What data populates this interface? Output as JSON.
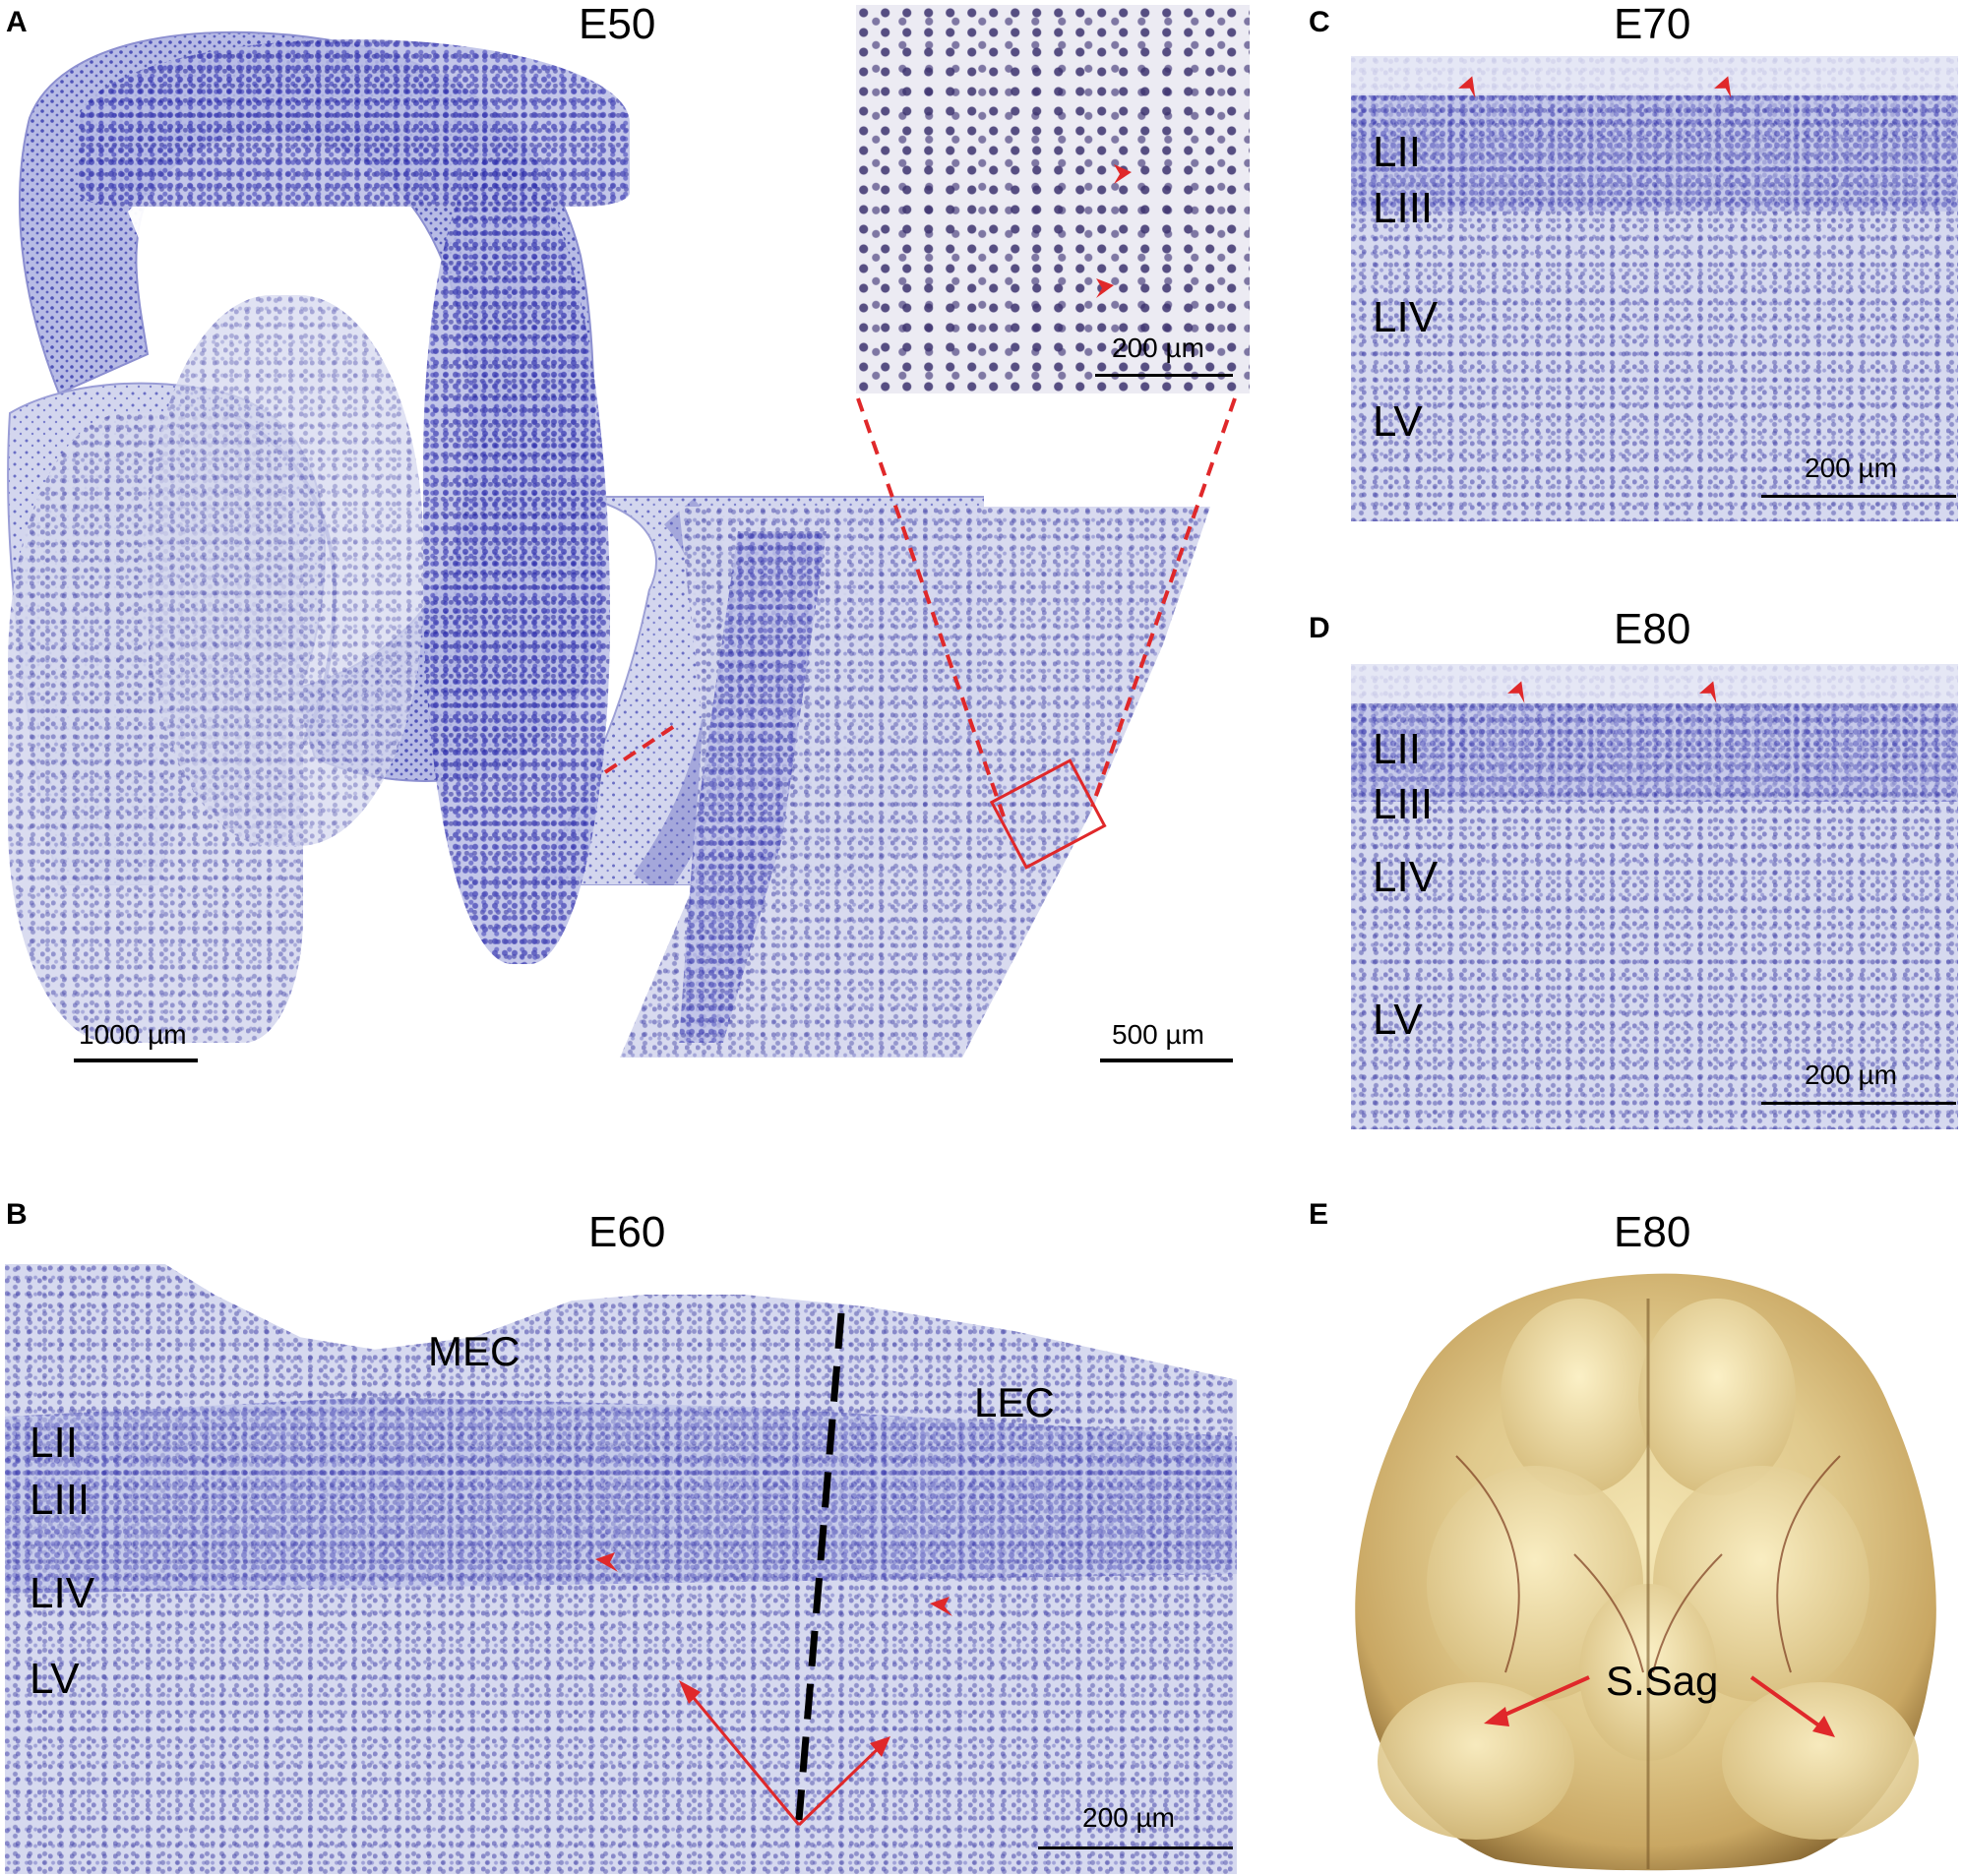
{
  "panels": {
    "A": {
      "letter": "A",
      "title": "E50",
      "overview_scale": "1000 µm",
      "enlarged_scale": "500 µm",
      "inset_scale": "200 µm"
    },
    "B": {
      "letter": "B",
      "title": "E60",
      "region_left": "MEC",
      "region_right": "LEC",
      "layers": [
        "LII",
        "LIII",
        "LIV",
        "LV"
      ],
      "scale": "200 µm"
    },
    "C": {
      "letter": "C",
      "title": "E70",
      "layers": [
        "LII",
        "LIII",
        "LIV",
        "LV"
      ],
      "scale": "200 µm"
    },
    "D": {
      "letter": "D",
      "title": "E80",
      "layers": [
        "LII",
        "LIII",
        "LIV",
        "LV"
      ],
      "scale": "200 µm"
    },
    "E": {
      "letter": "E",
      "title": "E80",
      "label": "S.Sag"
    }
  },
  "colors": {
    "annotation_red": "#e0282a",
    "nissl_violet": "#4a4fc0",
    "brain_tan": "#d9c489"
  }
}
